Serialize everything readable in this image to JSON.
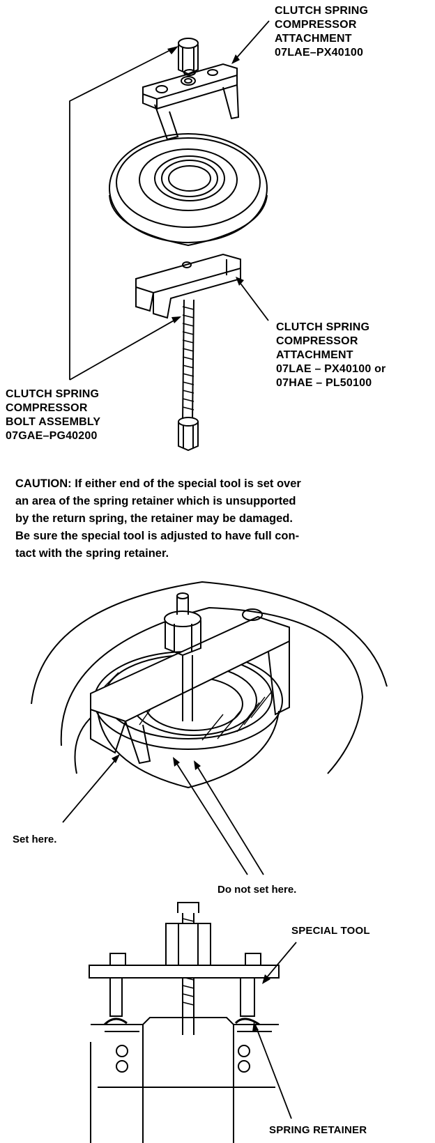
{
  "labels": {
    "top_attachment": [
      "CLUTCH SPRING",
      "COMPRESSOR",
      "ATTACHMENT",
      "07LAE–PX40100"
    ],
    "mid_attachment": [
      "CLUTCH SPRING",
      "COMPRESSOR",
      "ATTACHMENT",
      "07LAE – PX40100 or",
      "07HAE – PL50100"
    ],
    "bolt_assembly": [
      "CLUTCH SPRING",
      "COMPRESSOR",
      "BOLT ASSEMBLY",
      "07GAE–PG40200"
    ]
  },
  "caution": [
    "CAUTION:  If either end of the special tool is set over",
    "an area of the spring retainer which is unsupported",
    "by the return spring, the retainer may be damaged.",
    "Be sure the special tool is adjusted to have full con-",
    "tact with the spring retainer."
  ],
  "notes": {
    "set_here": "Set here.",
    "do_not_set_here": "Do not set here."
  },
  "section_labels": {
    "special_tool": "SPECIAL TOOL",
    "spring_retainer": "SPRING RETAINER"
  },
  "colors": {
    "ink": "#000000",
    "paper": "#ffffff"
  }
}
